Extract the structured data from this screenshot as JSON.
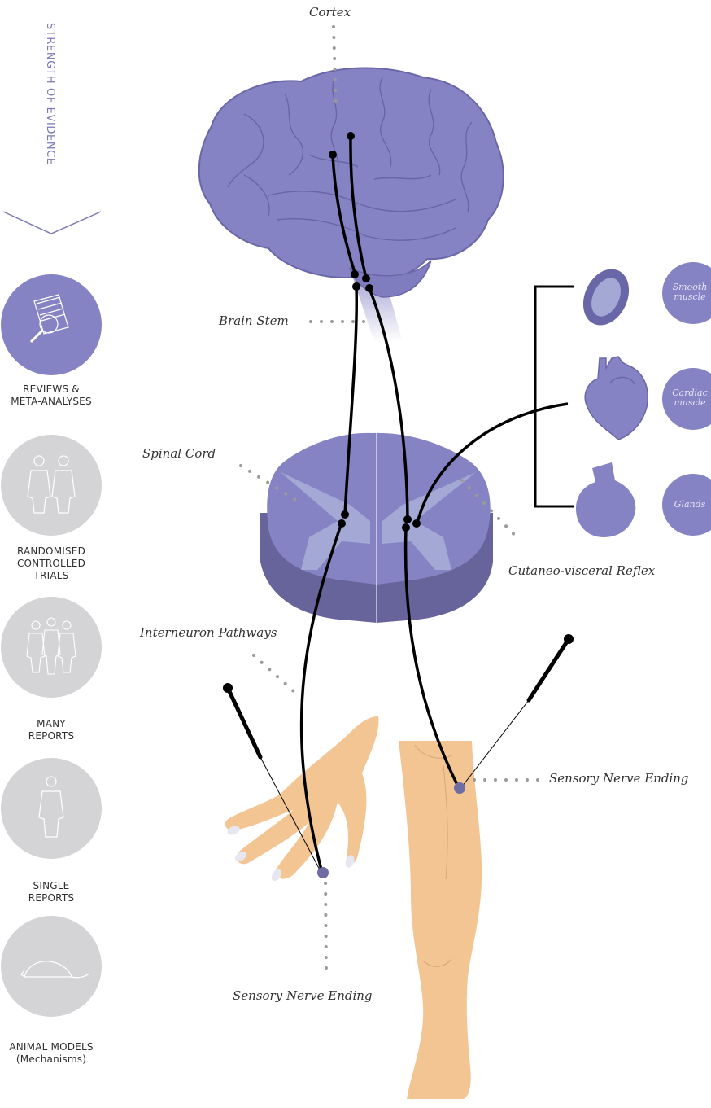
{
  "evidence": {
    "title": "STRENGTH OF EVIDENCE",
    "levels": [
      {
        "line1": "REVIEWS &",
        "line2": "META-ANALYSES",
        "line3": "",
        "icon": "book-magnifier-icon",
        "active": true
      },
      {
        "line1": "RANDOMISED",
        "line2": "CONTROLLED",
        "line3": "TRIALS",
        "icon": "two-people-icon",
        "active": false
      },
      {
        "line1": "MANY",
        "line2": "REPORTS",
        "line3": "",
        "icon": "group-people-icon",
        "active": false
      },
      {
        "line1": "SINGLE",
        "line2": "REPORTS",
        "line3": "",
        "icon": "single-person-icon",
        "active": false
      },
      {
        "line1": "ANIMAL MODELS",
        "line2": "(Mechanisms)",
        "line3": "",
        "icon": "rat-icon",
        "active": false
      }
    ]
  },
  "labels": {
    "cortex": "Cortex",
    "brain_stem": "Brain Stem",
    "spinal_cord": "Spinal Cord",
    "interneuron": "Interneuron Pathways",
    "cutaneo": "Cutaneo-visceral Reflex",
    "sensory_leg": "Sensory Nerve Ending",
    "sensory_hand": "Sensory Nerve Ending"
  },
  "organs": {
    "smooth": {
      "line1": "Smooth",
      "line2": "muscle"
    },
    "cardiac": {
      "line1": "Cardiac",
      "line2": "muscle"
    },
    "glands": {
      "line1": "Glands",
      "line2": ""
    }
  },
  "colors": {
    "purple": "#8683c4",
    "purple_dark": "#6a67a8",
    "grey_circle": "#d4d4d6",
    "skin": "#f3c593"
  }
}
